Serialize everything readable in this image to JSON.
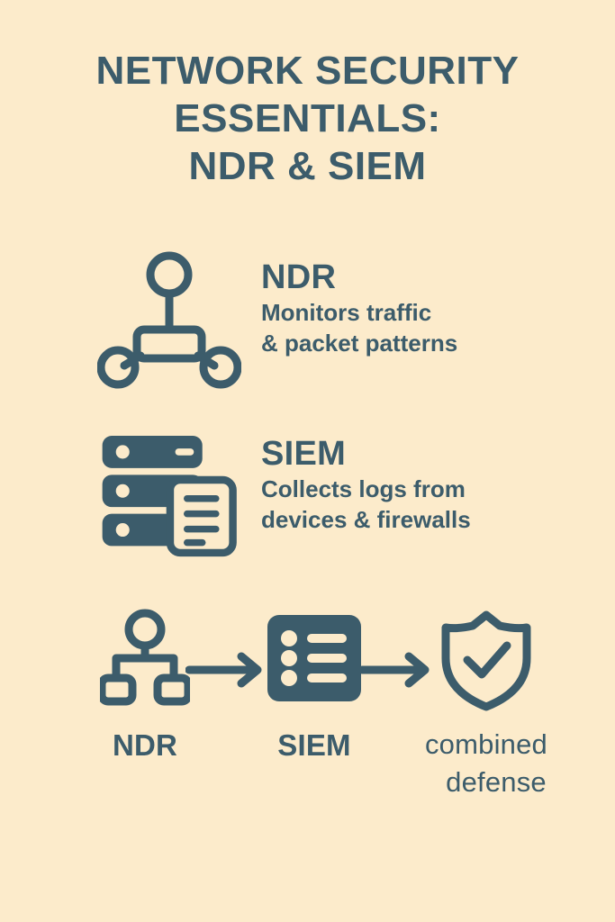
{
  "theme": {
    "background_color": "#FCEBCB",
    "ink_color": "#3C5C6B"
  },
  "title": {
    "line1": "NETWORK SECURITY",
    "line2": "ESSENTIALS:",
    "line3": "NDR & SIEM"
  },
  "features": [
    {
      "icon": "network-topology-icon",
      "title": "NDR",
      "desc_line1": "Monitors traffic",
      "desc_line2": "& packet patterns"
    },
    {
      "icon": "server-stack-document-icon",
      "title": "SIEM",
      "desc_line1": "Collects logs from",
      "desc_line2": "devices & firewalls"
    }
  ],
  "flow": {
    "steps": [
      {
        "icon": "hierarchy-icon",
        "label": "NDR"
      },
      {
        "icon": "list-icon",
        "label": "SIEM"
      },
      {
        "icon": "shield-check-icon",
        "label_line1": "combined",
        "label_line2": "defense"
      }
    ],
    "arrows": [
      {
        "name": "arrow-right-icon-1"
      },
      {
        "name": "arrow-right-icon-2"
      }
    ]
  }
}
